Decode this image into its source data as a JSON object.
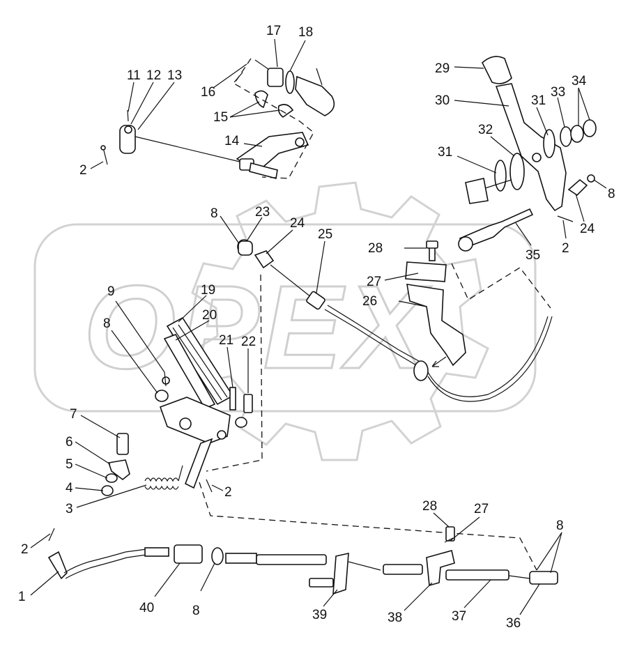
{
  "watermark": "OPEX",
  "callouts": [
    {
      "id": "c1",
      "text": "1"
    },
    {
      "id": "c2a",
      "text": "2"
    },
    {
      "id": "c2b",
      "text": "2"
    },
    {
      "id": "c2c",
      "text": "2"
    },
    {
      "id": "c2d",
      "text": "2"
    },
    {
      "id": "c3",
      "text": "3"
    },
    {
      "id": "c4",
      "text": "4"
    },
    {
      "id": "c5",
      "text": "5"
    },
    {
      "id": "c6",
      "text": "6"
    },
    {
      "id": "c7",
      "text": "7"
    },
    {
      "id": "c8a",
      "text": "8"
    },
    {
      "id": "c8b",
      "text": "8"
    },
    {
      "id": "c8c",
      "text": "8"
    },
    {
      "id": "c8d",
      "text": "8"
    },
    {
      "id": "c8e",
      "text": "8"
    },
    {
      "id": "c9",
      "text": "9"
    },
    {
      "id": "c11",
      "text": "11"
    },
    {
      "id": "c12",
      "text": "12"
    },
    {
      "id": "c13",
      "text": "13"
    },
    {
      "id": "c14",
      "text": "14"
    },
    {
      "id": "c15",
      "text": "15"
    },
    {
      "id": "c16",
      "text": "16"
    },
    {
      "id": "c17",
      "text": "17"
    },
    {
      "id": "c18",
      "text": "18"
    },
    {
      "id": "c19",
      "text": "19"
    },
    {
      "id": "c20",
      "text": "20"
    },
    {
      "id": "c21",
      "text": "21"
    },
    {
      "id": "c22",
      "text": "22"
    },
    {
      "id": "c23",
      "text": "23"
    },
    {
      "id": "c24a",
      "text": "24"
    },
    {
      "id": "c24b",
      "text": "24"
    },
    {
      "id": "c25",
      "text": "25"
    },
    {
      "id": "c26",
      "text": "26"
    },
    {
      "id": "c27a",
      "text": "27"
    },
    {
      "id": "c27b",
      "text": "27"
    },
    {
      "id": "c28a",
      "text": "28"
    },
    {
      "id": "c28b",
      "text": "28"
    },
    {
      "id": "c29",
      "text": "29"
    },
    {
      "id": "c30",
      "text": "30"
    },
    {
      "id": "c31a",
      "text": "31"
    },
    {
      "id": "c31b",
      "text": "31"
    },
    {
      "id": "c32",
      "text": "32"
    },
    {
      "id": "c33",
      "text": "33"
    },
    {
      "id": "c34",
      "text": "34"
    },
    {
      "id": "c35",
      "text": "35"
    },
    {
      "id": "c36",
      "text": "36"
    },
    {
      "id": "c37",
      "text": "37"
    },
    {
      "id": "c38",
      "text": "38"
    },
    {
      "id": "c39",
      "text": "39"
    },
    {
      "id": "c40",
      "text": "40"
    }
  ]
}
